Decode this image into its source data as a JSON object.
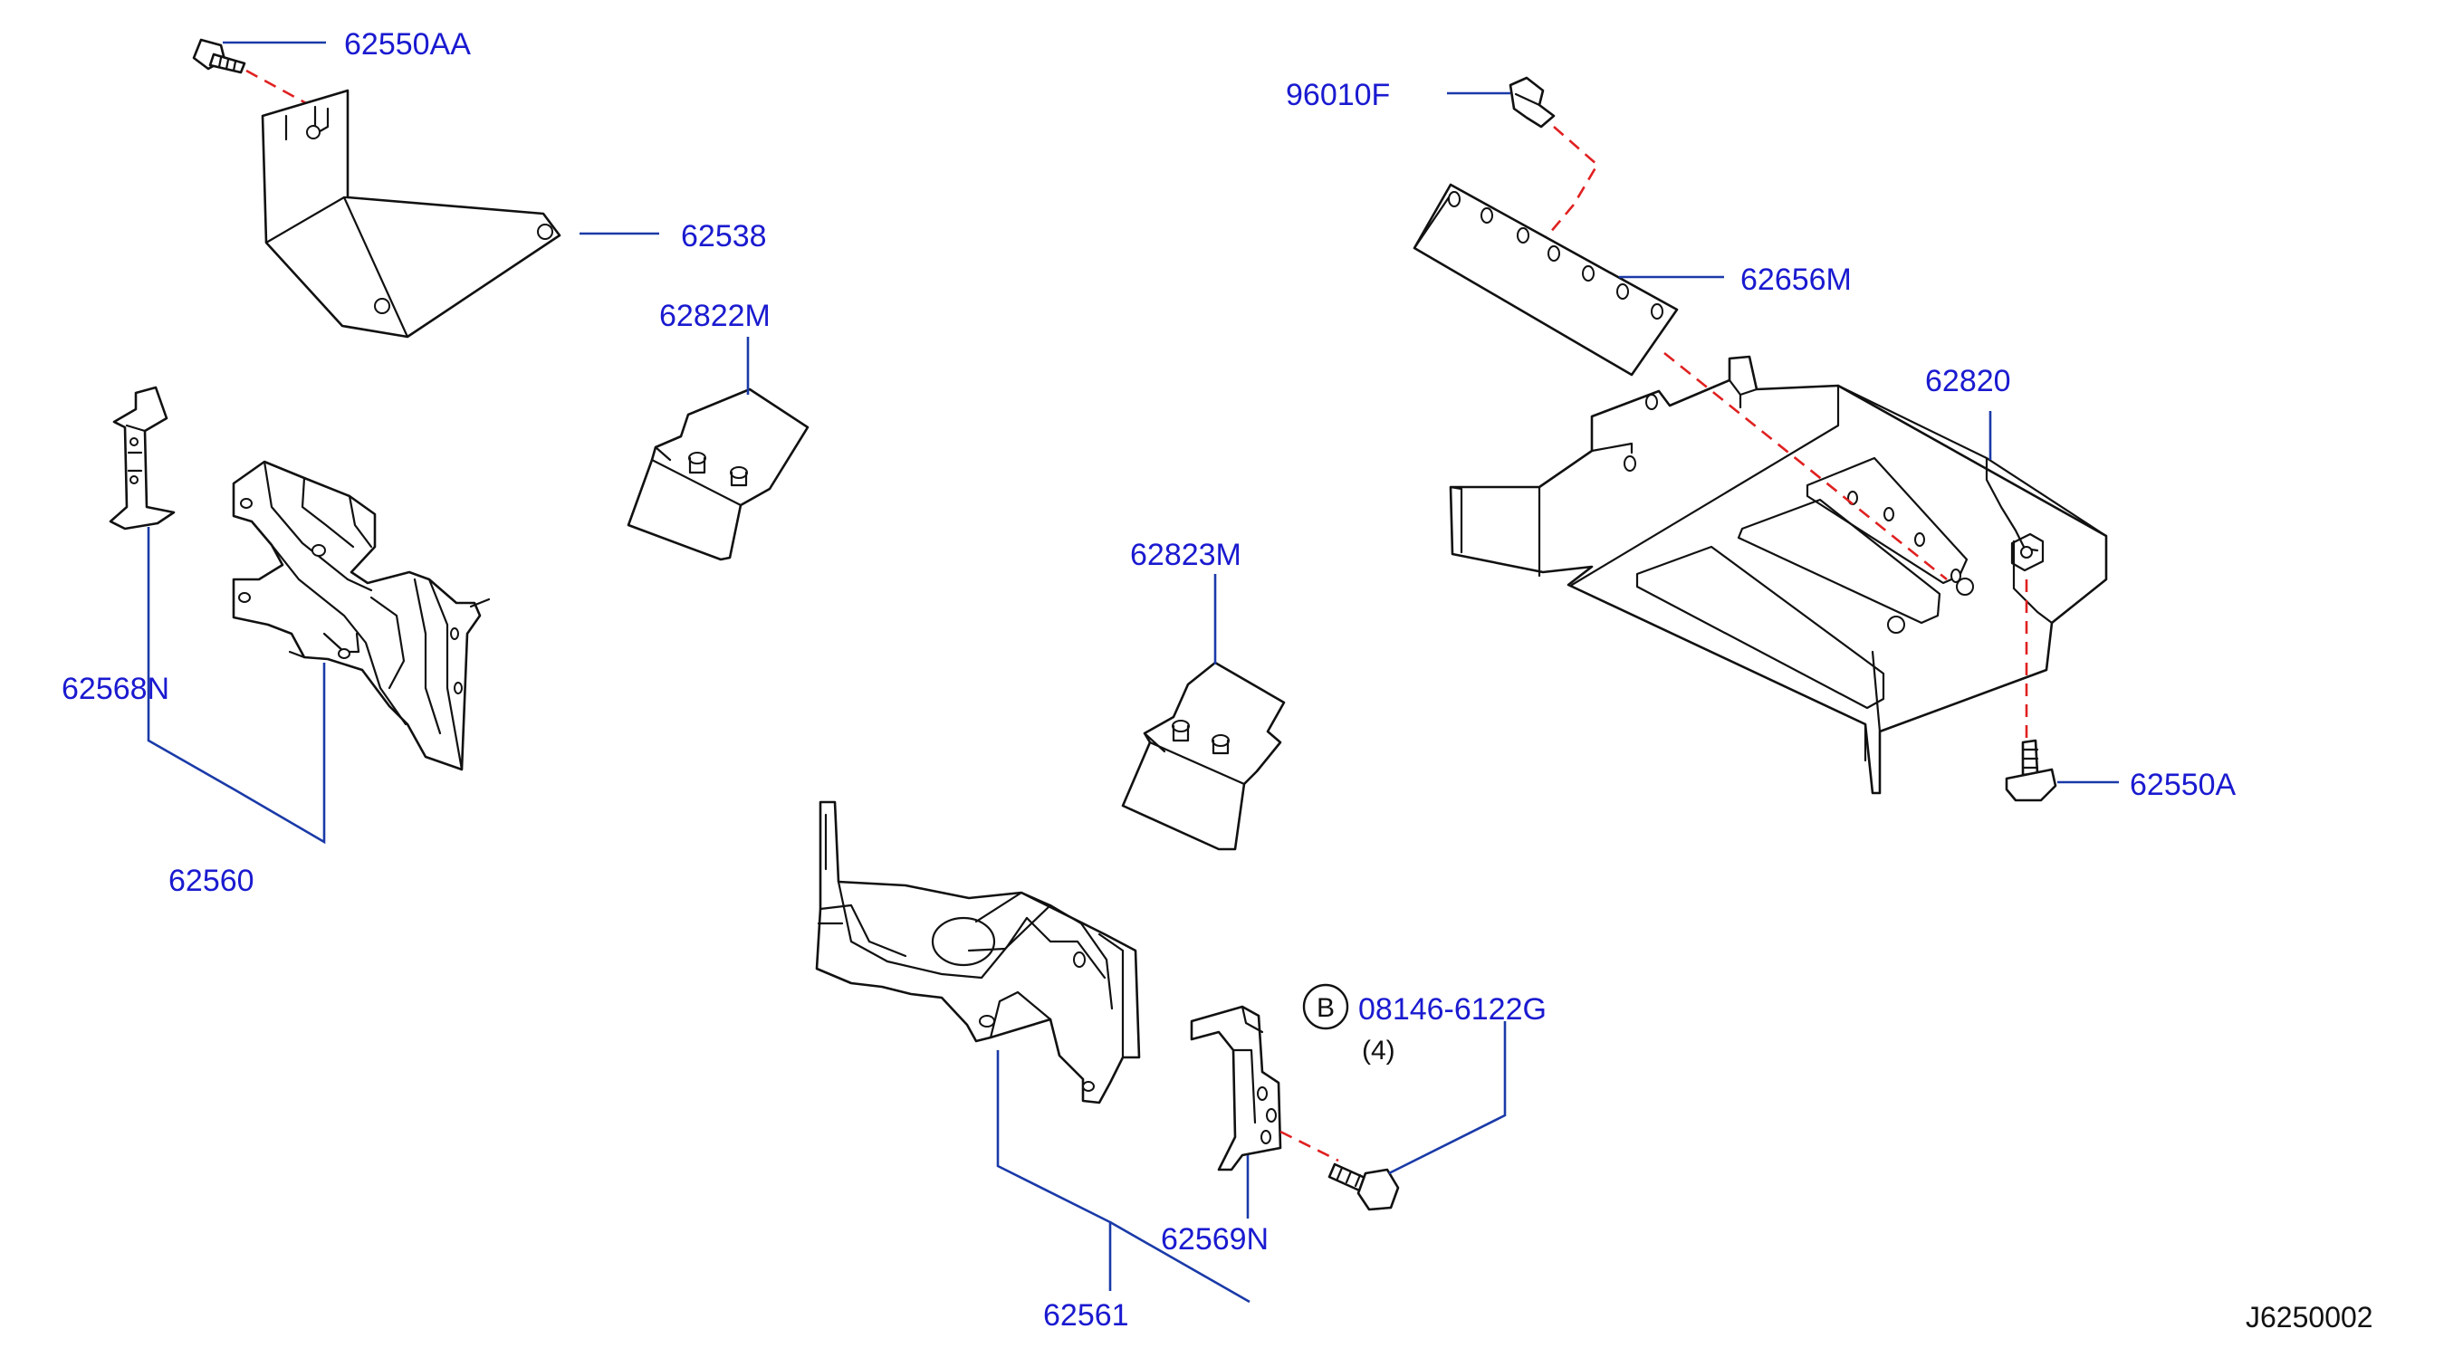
{
  "diagram_code": "J6250002",
  "labels": {
    "p62550AA": "62550AA",
    "p62538": "62538",
    "p62822M": "62822M",
    "p62568N": "62568N",
    "p62560": "62560",
    "p96010F": "96010F",
    "p62656M": "62656M",
    "p62820": "62820",
    "p62823M": "62823M",
    "p62550A": "62550A",
    "p08146": "08146-6122G",
    "p08146_qty": "(4)",
    "p08146_mark": "B",
    "p62569N": "62569N",
    "p62561": "62561"
  },
  "colors": {
    "label": "#1a1ad0",
    "leader": "#1a3aa8",
    "dashed_link": "#e02020",
    "outline": "#111111"
  }
}
